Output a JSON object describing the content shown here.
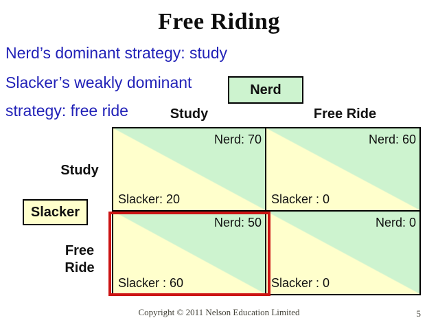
{
  "slide": {
    "title": "Free Riding",
    "notes": {
      "line1": "Nerd’s dominant strategy: study",
      "line2": "Slacker’s weakly dominant",
      "line3": "strategy: free ride"
    }
  },
  "game": {
    "column_player": "Nerd",
    "row_player": "Slacker",
    "column_headers": {
      "study": "Study",
      "free_ride": "Free Ride"
    },
    "row_headers": {
      "study": "Study",
      "free_ride": "Free Ride"
    },
    "cells": [
      {
        "position": "study-study",
        "nerd_payoff": "Nerd: 70",
        "slacker_payoff": "Slacker: 20",
        "highlighted": false
      },
      {
        "position": "study-freeride",
        "nerd_payoff": "Nerd: 60",
        "slacker_payoff": "Slacker : 0",
        "highlighted": false
      },
      {
        "position": "freeride-study",
        "nerd_payoff": "Nerd: 50",
        "slacker_payoff": "Slacker : 60",
        "highlighted": true
      },
      {
        "position": "freeride-freeride",
        "nerd_payoff": "Nerd: 0",
        "slacker_payoff": "Slacker : 0",
        "highlighted": false
      }
    ],
    "nerd_payoffs": [
      70,
      60,
      50,
      0
    ],
    "slacker_payoffs": [
      20,
      0,
      60,
      0
    ]
  },
  "footer": {
    "copyright": "Copyright © 2011 Nelson Education Limited",
    "page_number": "5"
  },
  "colors": {
    "note_text": "#2222b8",
    "cell_green": "#cdf3cf",
    "cell_yellow": "#ffffcc",
    "highlight_red": "#cc1414",
    "title_text": "#0d0d0d"
  }
}
